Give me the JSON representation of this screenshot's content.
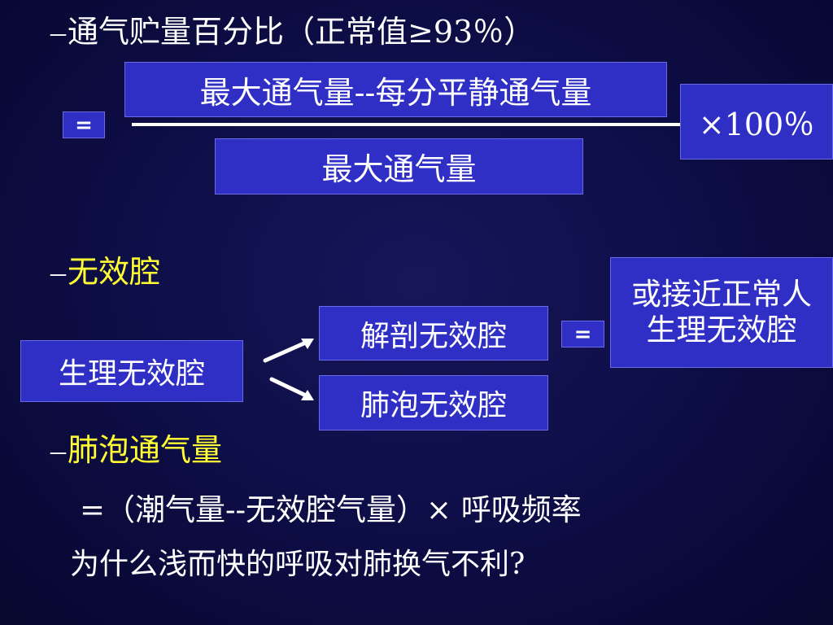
{
  "heading1": {
    "dash": "–",
    "text": "通气贮量百分比（正常值≥93％）"
  },
  "formula": {
    "equals": "=",
    "numerator": "最大通气量--每分平静通气量",
    "denominator": "最大通气量",
    "multiplier": "×100％"
  },
  "heading2": {
    "dash": "–",
    "text": "无效腔"
  },
  "dead_space": {
    "physiological": "生理无效腔",
    "anatomical": "解剖无效腔",
    "alveolar": "肺泡无效腔",
    "equals": "=",
    "result_line1": "或接近正常人",
    "result_line2": "生理无效腔"
  },
  "heading3": {
    "dash": "–",
    "text": "肺泡通气量"
  },
  "alveolar_formula": "=（潮气量--无效腔气量）× 呼吸频率",
  "question": "为什么浅而快的呼吸对肺换气不利?",
  "colors": {
    "background": "#0d0d45",
    "box_fill": "#2f2fc6",
    "highlight_text": "#ffff33",
    "text": "#ffffff"
  }
}
